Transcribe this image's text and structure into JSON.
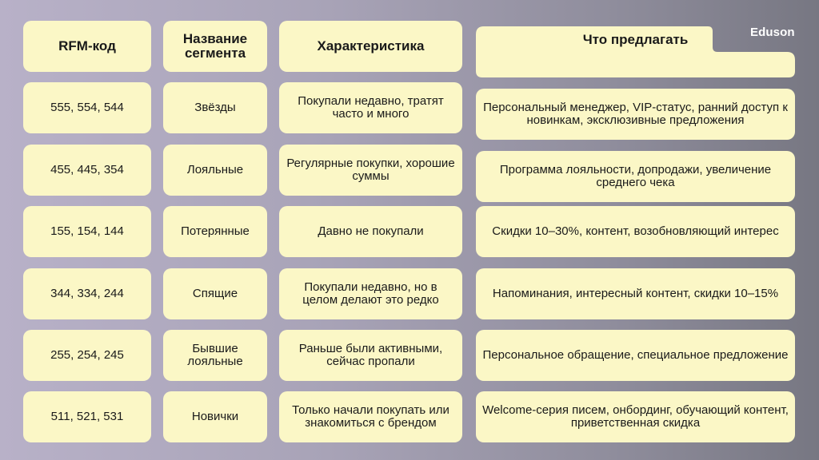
{
  "brand": "Eduson",
  "headers": {
    "code": "RFM-код",
    "segment": "Название сегмента",
    "characteristic": "Характеристика",
    "offer": "Что предлагать"
  },
  "rows": [
    {
      "code": "555, 554, 544",
      "segment": "Звёзды",
      "characteristic": "Покупали недавно, тратят часто и много",
      "offer": "Персональный менеджер, VIP-статус, ранний доступ к новинкам, эксклюзивные предложения"
    },
    {
      "code": "455, 445, 354",
      "segment": "Лояльные",
      "characteristic": "Регулярные покупки, хорошие суммы",
      "offer": "Программа лояльности, допродажи, увеличение среднего чека"
    },
    {
      "code": "155, 154, 144",
      "segment": "Потерянные",
      "characteristic": "Давно не покупали",
      "offer": "Скидки 10–30%, контент, возобновляющий интерес"
    },
    {
      "code": "344, 334, 244",
      "segment": "Спящие",
      "characteristic": "Покупали недавно, но в целом делают это редко",
      "offer": "Напоминания, интересный контент, скидки 10–15%"
    },
    {
      "code": "255, 254, 245",
      "segment": "Бывшие лояльные",
      "characteristic": "Раньше были активными, сейчас пропали",
      "offer": "Персональное обращение, специальное предложение"
    },
    {
      "code": "511, 521, 531",
      "segment": "Новички",
      "characteristic": "Только начали покупать или знакомиться с брендом",
      "offer": "Welcome-серия писем, онбординг, обучающий контент, приветственная скидка"
    }
  ]
}
